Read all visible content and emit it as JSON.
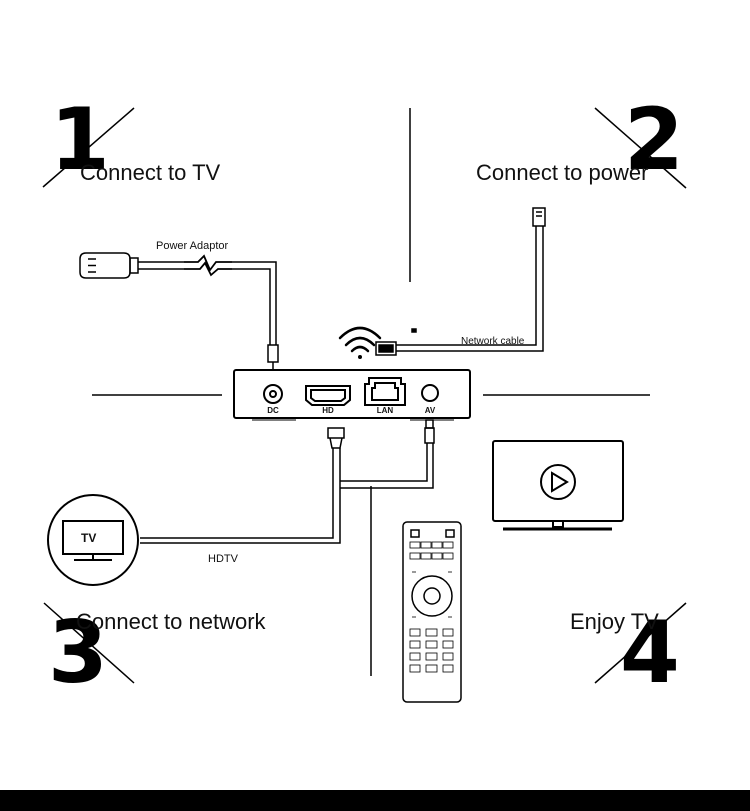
{
  "steps": [
    {
      "number": "1",
      "title": "Connect to TV"
    },
    {
      "number": "2",
      "title": "Connect to power"
    },
    {
      "number": "3",
      "title": "Connect to network"
    },
    {
      "number": "4",
      "title": "Enjoy TV"
    }
  ],
  "labels": {
    "power_adaptor": "Power Adaptor",
    "network_cable": "Network cable",
    "hdtv": "HDTV",
    "tv_icon_text": "TV"
  },
  "ports": {
    "dc": "DC",
    "hd": "HD",
    "lan": "LAN",
    "av": "AV"
  },
  "colors": {
    "line": "#000000",
    "background": "#ffffff"
  }
}
